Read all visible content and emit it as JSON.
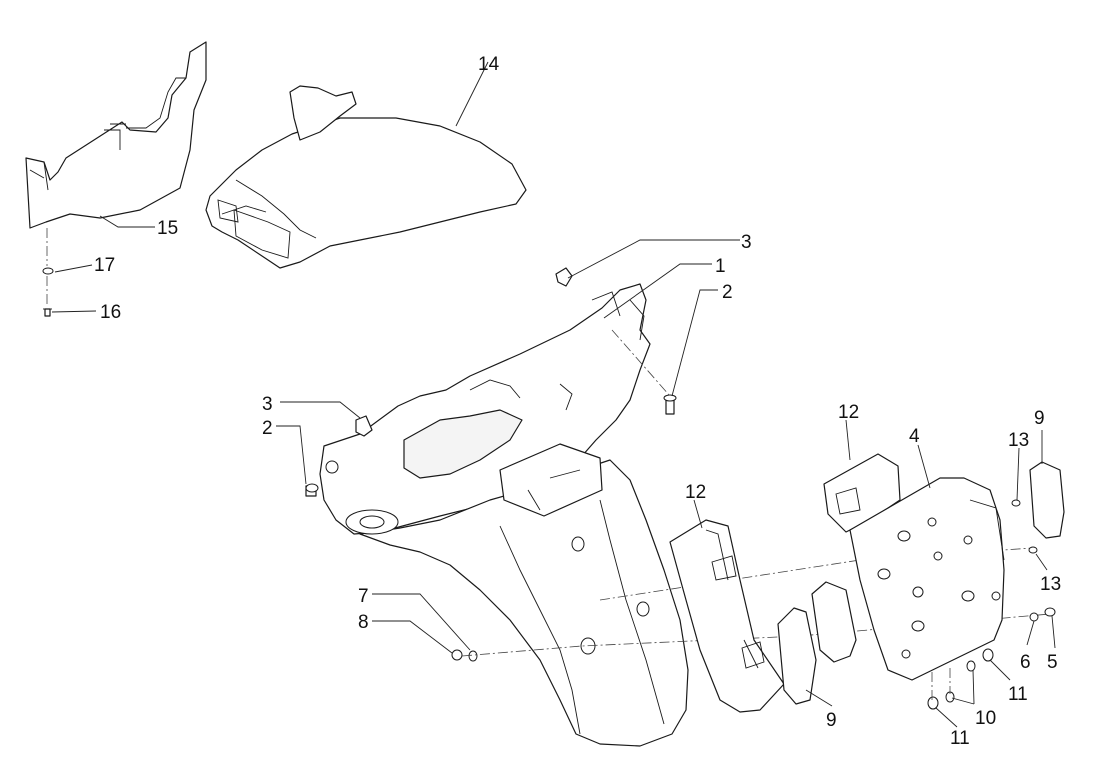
{
  "callouts": [
    {
      "id": "c1",
      "text": "1"
    },
    {
      "id": "c2a",
      "text": "2"
    },
    {
      "id": "c2b",
      "text": "2"
    },
    {
      "id": "c3a",
      "text": "3"
    },
    {
      "id": "c3b",
      "text": "3"
    },
    {
      "id": "c4",
      "text": "4"
    },
    {
      "id": "c5",
      "text": "5"
    },
    {
      "id": "c6",
      "text": "6"
    },
    {
      "id": "c7",
      "text": "7"
    },
    {
      "id": "c8",
      "text": "8"
    },
    {
      "id": "c9a",
      "text": "9"
    },
    {
      "id": "c9b",
      "text": "9"
    },
    {
      "id": "c10",
      "text": "10"
    },
    {
      "id": "c11a",
      "text": "11"
    },
    {
      "id": "c11b",
      "text": "11"
    },
    {
      "id": "c12a",
      "text": "12"
    },
    {
      "id": "c12b",
      "text": "12"
    },
    {
      "id": "c13a",
      "text": "13"
    },
    {
      "id": "c13b",
      "text": "13"
    },
    {
      "id": "c14",
      "text": "14"
    },
    {
      "id": "c15",
      "text": "15"
    },
    {
      "id": "c16",
      "text": "16"
    },
    {
      "id": "c17",
      "text": "17"
    }
  ]
}
